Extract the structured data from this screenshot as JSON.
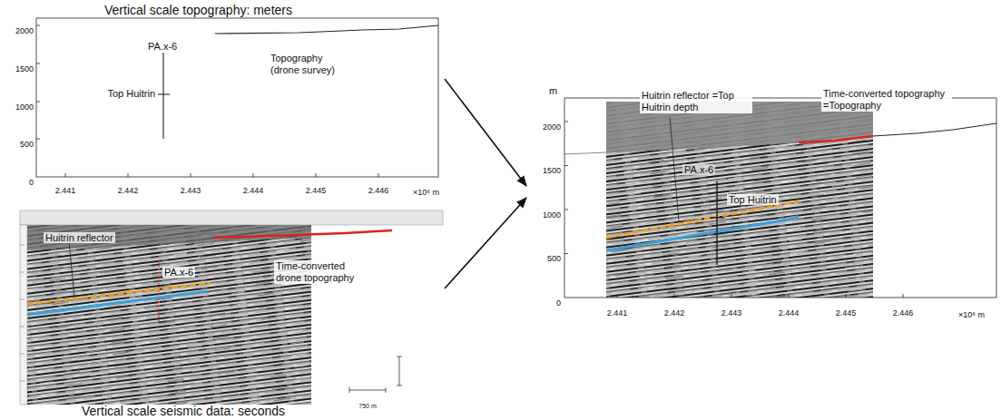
{
  "diagram": {
    "nodes": [
      {
        "text": [
          "Vertical scale topography: meters"
        ]
      },
      {
        "text": [
          "Vertical scale seismic data: seconds"
        ]
      },
      {
        "text": [
          "m"
        ]
      }
    ],
    "edges": [
      {
        "from": 0,
        "to": 2,
        "arrow": "to"
      },
      {
        "from": 1,
        "to": 2,
        "arrow": "to"
      }
    ],
    "labels": [
      "2000",
      "1500",
      "1000",
      "500",
      "0",
      "2.441",
      "2.442",
      "2.443",
      "2.444",
      "2.445",
      "2.446",
      "×10⁶ m",
      "PA.x-6",
      "Top Huitrin",
      "Topography (drone survey)",
      "Huitrin reflector",
      "PA.x-6",
      "Time-converted drone topography",
      "750 m",
      "2000",
      "1500",
      "1000",
      "500",
      "0",
      "2.441",
      "2.442",
      "2.443",
      "2.444",
      "2.445",
      "2.446",
      "×10⁶ m",
      "Huitrin reflector =Top Huitrin depth",
      "Time-converted topography =Topography",
      "PA.x-6",
      "Top Huitrin"
    ]
  }
}
